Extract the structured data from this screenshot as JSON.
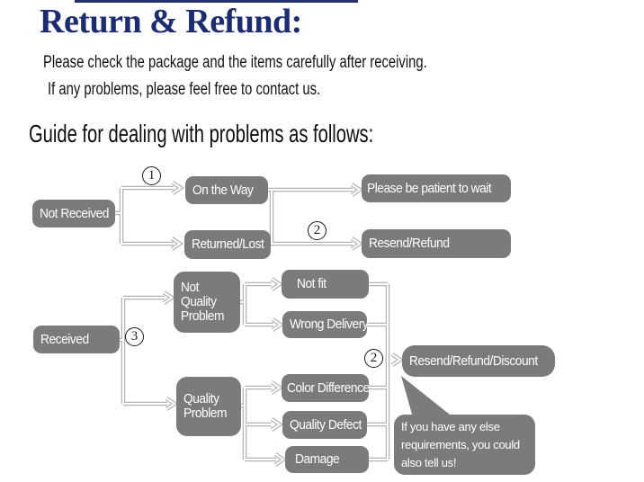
{
  "header": {
    "title": "Return & Refund:",
    "subtitle_line1": "Please check the package and the items carefully after receiving.",
    "subtitle_line2": "If any problems, please feel free to contact us.",
    "section_heading": "Guide for dealing with problems as follows:"
  },
  "flowchart": {
    "nodes": {
      "not_received": "Not Received",
      "on_the_way": "On the Way",
      "returned_lost": "Returned/Lost",
      "please_be_patient": "Please be patient to wait",
      "resend_refund": "Resend/Refund",
      "received": "Received",
      "not_quality_problem": "Not Quality Problem",
      "not_fit": "Not fit",
      "wrong_delivery": "Wrong Delivery",
      "quality_problem": "Quality Problem",
      "color_difference": "Color Difference",
      "quality_defect": "Quality Defect",
      "damage": "Damage",
      "resend_refund_discount": "Resend/Refund/Discount"
    },
    "callouts": {
      "step1": "1",
      "step2_top": "2",
      "step3": "3",
      "step2_bottom": "2"
    },
    "note_bubble": "If you have any else requirements, you could also tell us!"
  },
  "colors": {
    "title_navy": "#1c2c74",
    "node_gray": "#7b7b7b",
    "connector_gray": "#b4b4b4",
    "text_dark": "#121212",
    "node_text": "#ffffff"
  }
}
